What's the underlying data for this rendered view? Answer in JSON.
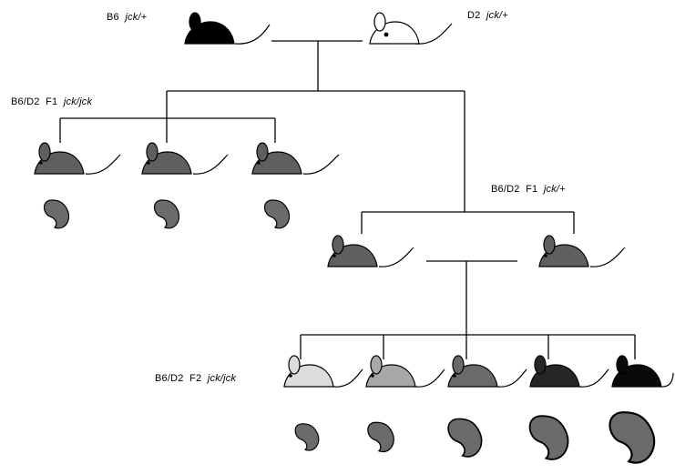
{
  "labels": {
    "b6_parent": {
      "strain": "B6",
      "genotype": "jck/+"
    },
    "d2_parent": {
      "strain": "D2",
      "genotype": "jck/+"
    },
    "f1_affected": {
      "strain": "B6/D2  F1",
      "genotype": "jck/jck"
    },
    "f1_carrier": {
      "strain": "B6/D2  F1",
      "genotype": "jck/+"
    },
    "f2_affected": {
      "strain": "B6/D2  F2",
      "genotype": "jck/jck"
    }
  },
  "colors": {
    "b6_coat": "#000000",
    "d2_coat": "#ffffff",
    "f1_coat": "#5f5f5f",
    "f2_coats": [
      "#dcdcdc",
      "#a8a8a8",
      "#6a6a6a",
      "#262626",
      "#0a0a0a"
    ],
    "kidney": "#6b6b6b"
  },
  "f2_kidney_size_order": "increasing from left to right"
}
